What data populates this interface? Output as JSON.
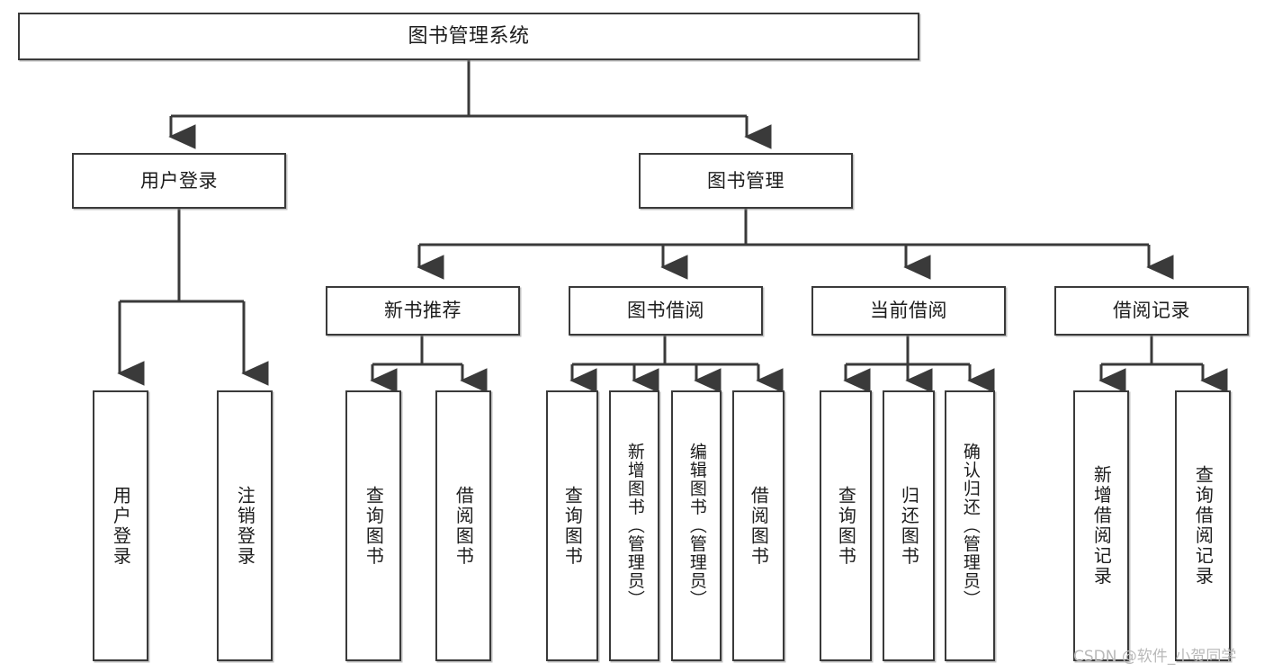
{
  "diagram": {
    "title": "图书管理系统",
    "type": "tree-structure-chart",
    "line_color": "#3a3a3a",
    "box_fill": "#ffffff",
    "text_color": "#1c1c1c"
  },
  "root": {
    "label": "图书管理系统"
  },
  "level2": [
    {
      "label": "用户登录"
    },
    {
      "label": "图书管理"
    }
  ],
  "level3": [
    {
      "label": "新书推荐"
    },
    {
      "label": "图书借阅"
    },
    {
      "label": "当前借阅"
    },
    {
      "label": "借阅记录"
    }
  ],
  "leaves": {
    "user_login": [
      {
        "label": "用户登录"
      },
      {
        "label": "注销登录"
      }
    ],
    "new_book": [
      {
        "label": "查询图书"
      },
      {
        "label": "借阅图书"
      }
    ],
    "book_borrow": [
      {
        "label": "查询图书"
      },
      {
        "label": "新增图书（管理员）"
      },
      {
        "label": "编辑图书（管理员）"
      },
      {
        "label": "借阅图书"
      }
    ],
    "current_borrow": [
      {
        "label": "查询图书"
      },
      {
        "label": "归还图书"
      },
      {
        "label": "确认归还（管理员）"
      }
    ],
    "borrow_record": [
      {
        "label": "新增借阅记录"
      },
      {
        "label": "查询借阅记录"
      }
    ]
  },
  "watermark": {
    "text": "CSDN @软件_小贺同学"
  }
}
